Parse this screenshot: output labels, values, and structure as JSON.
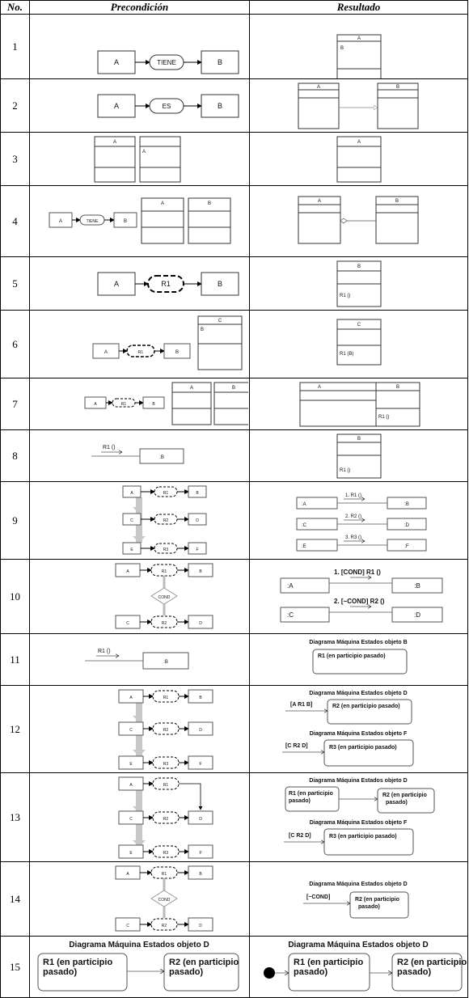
{
  "header": {
    "no": "No.",
    "pre": "Precondición",
    "res": "Resultado"
  },
  "rows": [
    {
      "n": "1"
    },
    {
      "n": "2"
    },
    {
      "n": "3"
    },
    {
      "n": "4"
    },
    {
      "n": "5"
    },
    {
      "n": "6"
    },
    {
      "n": "7"
    },
    {
      "n": "8"
    },
    {
      "n": "9"
    },
    {
      "n": "10"
    },
    {
      "n": "11"
    },
    {
      "n": "12"
    },
    {
      "n": "13"
    },
    {
      "n": "14"
    },
    {
      "n": "15"
    }
  ],
  "labels": {
    "a": "A",
    "b": "B",
    "c": "C",
    "d": "D",
    "e": "E",
    "f": "F",
    "tiene": "TIENE",
    "es": "ES",
    "r1": "R1",
    "r2": "R2",
    "r3": "R3",
    "r1call": "R1 ()",
    "r1b": "R1 (B)",
    "oa": ":A",
    "ob": ":B",
    "oc": ":C",
    "od": ":D",
    "oe": ":E",
    "of": ":F",
    "m1": "1. R1 ()",
    "m2": "2. R2 ()",
    "m3": "3. R3 ()",
    "mc1": "1.  [COND]  R1 ()",
    "mc2": "2. [~COND]  R2 ()",
    "cond": "COND",
    "smB": "Diagrama Máquina Estados objeto B",
    "smD": "Diagrama Máquina Estados objeto D",
    "smF": "Diagrama Máquina Estados objeto F",
    "r1past": "R1 (en participio pasado)",
    "r2past": "R2 (en participio pasado)",
    "r3past": "R3 (en participio pasado)",
    "r1l1": "R1  (en participio",
    "r2l1": "R2 (en participio",
    "r2l1b": "R2 (en participio",
    "pasado": "pasado)",
    "gAR1B": "[A R1 B]",
    "gCR2D": "[C R2 D]",
    "gNotCond": "[~COND]"
  }
}
